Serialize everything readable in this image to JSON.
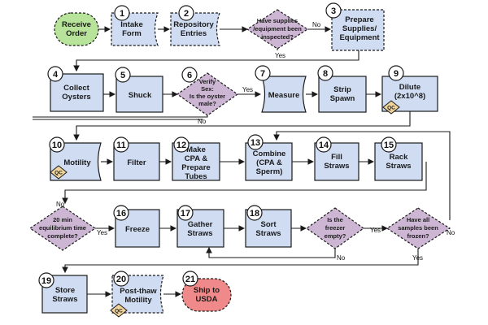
{
  "nodes": {
    "receive": {
      "label": [
        "Receive",
        "Order"
      ],
      "color": "#b7e39a"
    },
    "n1": {
      "num": "1",
      "label": [
        "Intake",
        "Form"
      ]
    },
    "n2": {
      "num": "2",
      "label": [
        "Repository",
        "Entries"
      ]
    },
    "d_supplies": {
      "label": [
        "Have supplies",
        "/equipment been",
        "inspected?"
      ]
    },
    "n3": {
      "num": "3",
      "label": [
        "Prepare",
        "Supplies/",
        "Equipment"
      ]
    },
    "n4": {
      "num": "4",
      "label": [
        "Collect",
        "Oysters"
      ]
    },
    "n5": {
      "num": "5",
      "label": [
        "Shuck"
      ]
    },
    "n6": {
      "num": "6",
      "label": [
        "Verify",
        "Sex:",
        "Is the oyster",
        "male?"
      ]
    },
    "n7": {
      "num": "7",
      "label": [
        "Measure"
      ]
    },
    "n8": {
      "num": "8",
      "label": [
        "Strip",
        "Spawn"
      ]
    },
    "n9": {
      "num": "9",
      "label": [
        "Dilute",
        "(2x10^8)"
      ]
    },
    "n10": {
      "num": "10",
      "label": [
        "Motility"
      ]
    },
    "n11": {
      "num": "11",
      "label": [
        "Filter"
      ]
    },
    "n12": {
      "num": "12",
      "label": [
        "Make",
        "CPA &",
        "Prepare",
        "Tubes"
      ]
    },
    "n13": {
      "num": "13",
      "label": [
        "Combine",
        "(CPA &",
        "Sperm)"
      ]
    },
    "n14": {
      "num": "14",
      "label": [
        "Fill",
        "Straws"
      ]
    },
    "n15": {
      "num": "15",
      "label": [
        "Rack",
        "Straws"
      ]
    },
    "d_equil": {
      "label": [
        "20 min",
        "equilibrium time",
        "complete?"
      ]
    },
    "n16": {
      "num": "16",
      "label": [
        "Freeze"
      ]
    },
    "n17": {
      "num": "17",
      "label": [
        "Gather",
        "Straws"
      ]
    },
    "n18": {
      "num": "18",
      "label": [
        "Sort",
        "Straws"
      ]
    },
    "d_freezer": {
      "label": [
        "Is the",
        "freezer",
        "empty?"
      ]
    },
    "d_frozen": {
      "label": [
        "Have all",
        "samples been",
        "frozen?"
      ]
    },
    "n19": {
      "num": "19",
      "label": [
        "Store",
        "Straws"
      ]
    },
    "n20": {
      "num": "20",
      "label": [
        "Post-thaw",
        "Motility"
      ]
    },
    "n21": {
      "num": "21",
      "label": [
        "Ship to",
        "USDA"
      ],
      "color": "#f08a8a"
    }
  },
  "qc_label": "QC",
  "edge_labels": {
    "yes": "Yes",
    "no": "No"
  },
  "colors": {
    "process": "#cfdcf2",
    "decision": "#cdb6d3",
    "qc": "#f1d49b",
    "start": "#b7e39a",
    "end": "#f08a8a"
  }
}
